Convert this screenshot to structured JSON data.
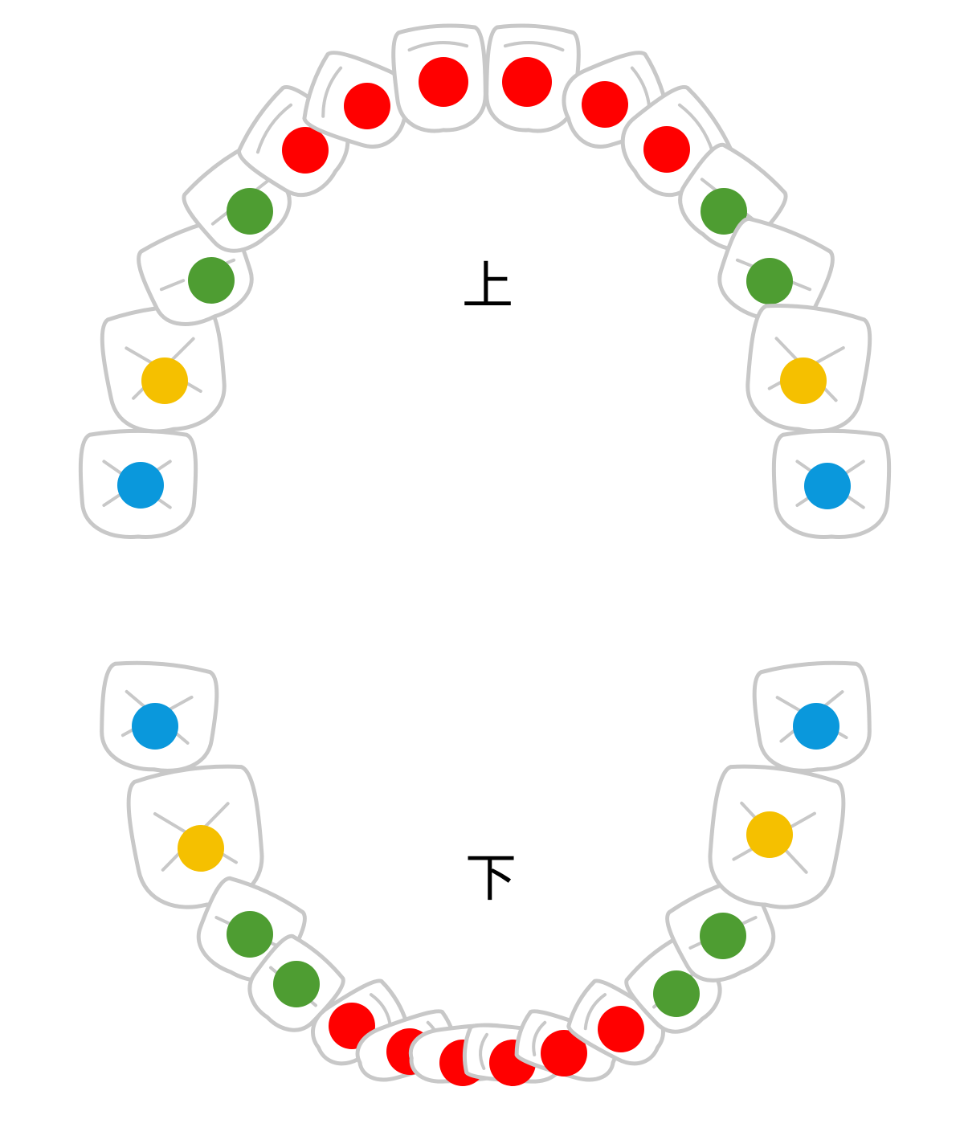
{
  "labels": {
    "upper_jaw": "上",
    "lower_jaw": "下"
  },
  "tooth_types": {
    "incisor": {
      "color": "#ff0000"
    },
    "canine": {
      "color": "#ff0000"
    },
    "premolar": {
      "color": "#4e9d32"
    },
    "molar_1": {
      "color": "#f5c000"
    },
    "molar_2": {
      "color": "#0a98dc"
    }
  },
  "upper_teeth": [
    {
      "side": "left",
      "type": "molar_2"
    },
    {
      "side": "left",
      "type": "molar_1"
    },
    {
      "side": "left",
      "type": "premolar"
    },
    {
      "side": "left",
      "type": "premolar"
    },
    {
      "side": "left",
      "type": "canine"
    },
    {
      "side": "left",
      "type": "incisor"
    },
    {
      "side": "left",
      "type": "incisor"
    },
    {
      "side": "right",
      "type": "incisor"
    },
    {
      "side": "right",
      "type": "incisor"
    },
    {
      "side": "right",
      "type": "canine"
    },
    {
      "side": "right",
      "type": "premolar"
    },
    {
      "side": "right",
      "type": "premolar"
    },
    {
      "side": "right",
      "type": "molar_1"
    },
    {
      "side": "right",
      "type": "molar_2"
    }
  ],
  "lower_teeth": [
    {
      "side": "left",
      "type": "molar_2"
    },
    {
      "side": "left",
      "type": "molar_1"
    },
    {
      "side": "left",
      "type": "premolar"
    },
    {
      "side": "left",
      "type": "premolar"
    },
    {
      "side": "left",
      "type": "canine"
    },
    {
      "side": "left",
      "type": "incisor"
    },
    {
      "side": "left",
      "type": "incisor"
    },
    {
      "side": "right",
      "type": "incisor"
    },
    {
      "side": "right",
      "type": "incisor"
    },
    {
      "side": "right",
      "type": "canine"
    },
    {
      "side": "right",
      "type": "premolar"
    },
    {
      "side": "right",
      "type": "premolar"
    },
    {
      "side": "right",
      "type": "molar_1"
    },
    {
      "side": "right",
      "type": "molar_2"
    }
  ]
}
